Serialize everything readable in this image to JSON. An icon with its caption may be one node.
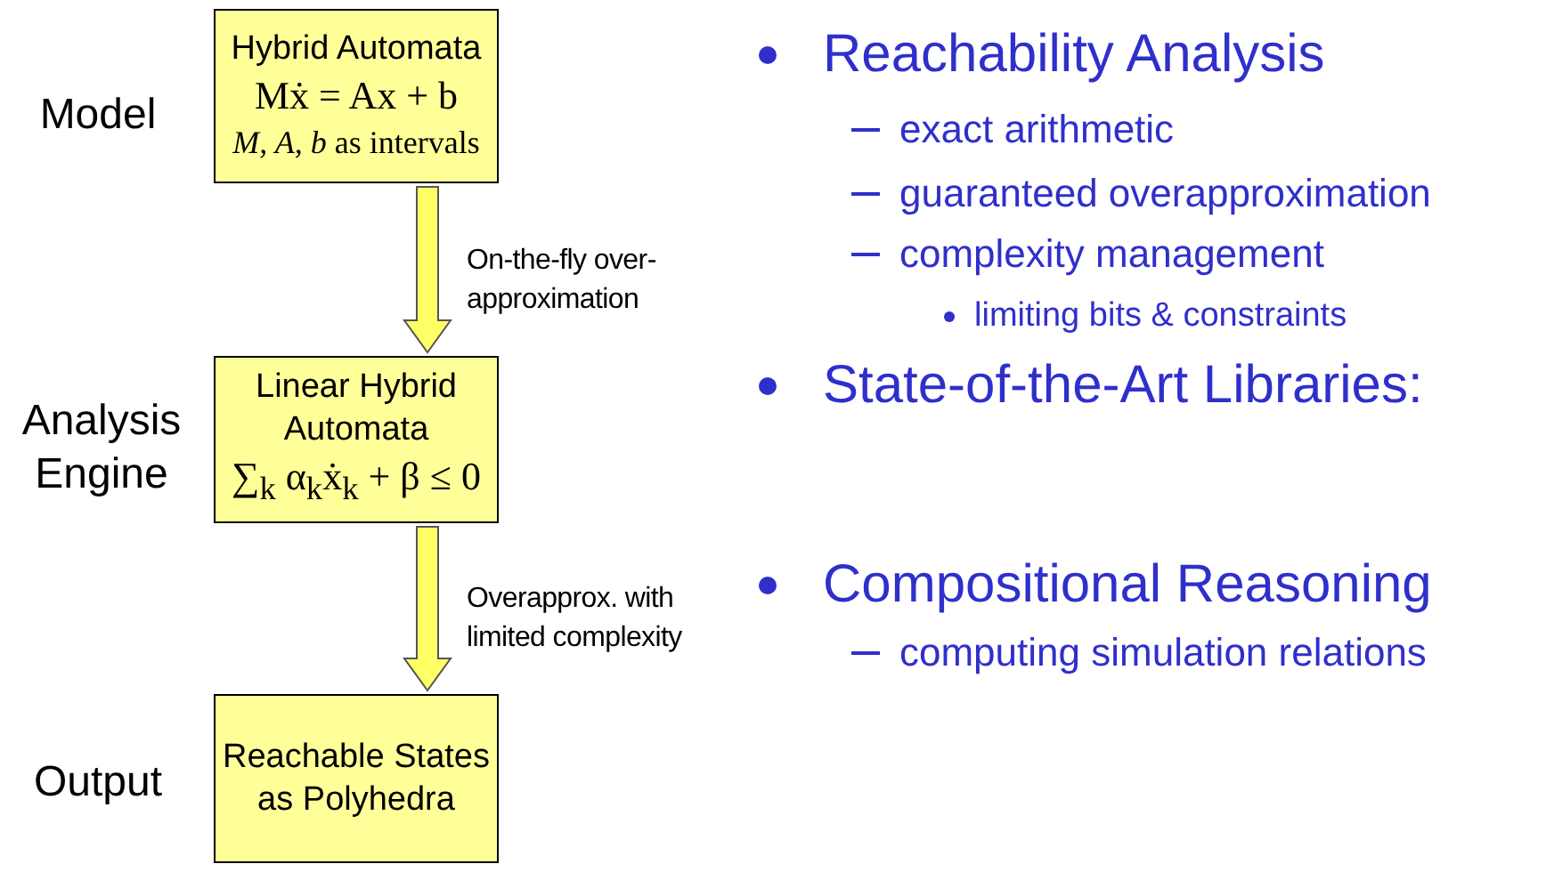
{
  "diagram": {
    "nodes": [
      {
        "text": [
          "Hybrid Automata",
          "Mẋ = Ax + b",
          "*M, A, b* as intervals"
        ],
        "beside": [
          "Model"
        ]
      },
      {
        "text": [
          "Linear Hybrid Automata",
          "∑$_{k}$ α$_{k}$ẋ$_{k}$ + β ≤ 0"
        ],
        "beside": [
          "Analysis Engine"
        ]
      },
      {
        "text": [
          "Reachable States as Polyhedra"
        ],
        "beside": [
          "Output"
        ]
      }
    ],
    "edges": [
      {
        "from": 0,
        "to": 1,
        "arrow": "to",
        "label": "On-the-fly over-approximation"
      },
      {
        "from": 1,
        "to": 2,
        "arrow": "to",
        "label": "Overapprox. with limited complexity"
      }
    ],
    "labels": [
      "Reachability Analysis",
      "exact arithmetic",
      "guaranteed overapproximation",
      "complexity management",
      "limiting bits & constraints",
      "State-of-the-Art Libraries:",
      "Compositional Reasoning",
      "computing simulation relations"
    ]
  }
}
